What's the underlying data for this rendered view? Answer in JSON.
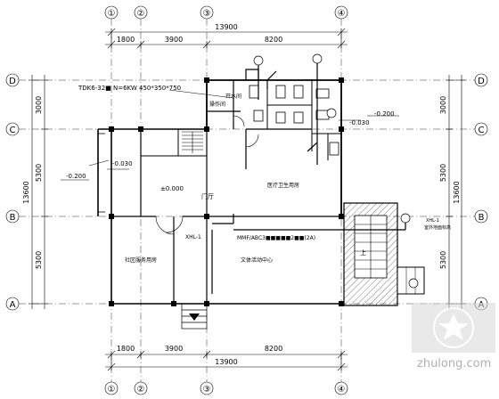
{
  "axes": {
    "vertical": [
      "①",
      "②",
      "③",
      "④"
    ],
    "horizontal": [
      "D",
      "C",
      "B",
      "A"
    ]
  },
  "dims": {
    "top_segments": [
      "1800",
      "3900",
      "8200"
    ],
    "top_total": "13900",
    "bottom_segments": [
      "1800",
      "3900",
      "8200"
    ],
    "bottom_total": "13900",
    "left_segments": [
      "3000",
      "5300",
      "5300"
    ],
    "left_total": "13600",
    "right_segments": [
      "3000",
      "5300",
      "5300"
    ],
    "right_total": "13600"
  },
  "labels": {
    "equipment_note": "TDK6-32■ N=6KW 450*350*750",
    "kitchen": "操作间",
    "open_water": "开水间",
    "elev_neg030_left": "-0.030",
    "elev_neg030_right": "-0.030",
    "elev_neg200_left": "-0.200",
    "elev_neg200_right": "-0.200",
    "elev_zero": "±0.000",
    "lobby": "门厅",
    "clinic": "医疗卫生用房",
    "office": "社区服务用房",
    "activity": "文体活动中心",
    "xhl_left": "XHL-1",
    "xhl_right": "XHL-1",
    "extinguisher": "MMF/ABC3■■■■■2■■(2A)",
    "up_label": "上",
    "right_note": "室外地面标高",
    "watermark": "zhulong.com"
  },
  "colors": {
    "line": "#000000",
    "hatch": "#555555",
    "watermark": "#b0b0b0"
  }
}
